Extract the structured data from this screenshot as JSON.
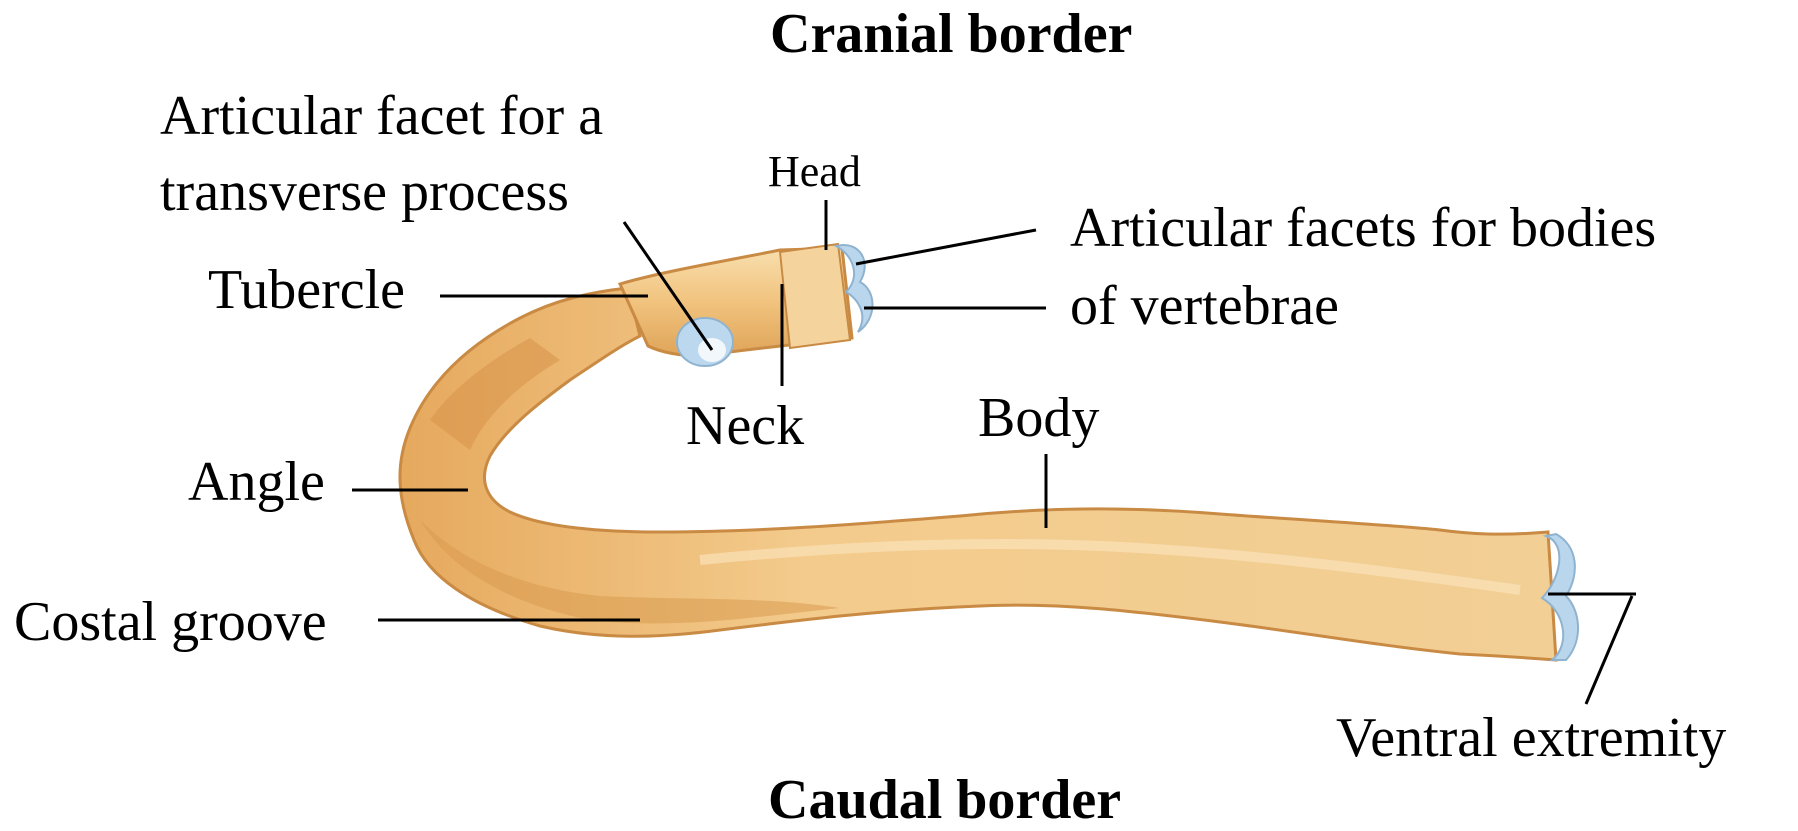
{
  "labels": {
    "cranial_border": "Cranial border",
    "caudal_border": "Caudal border",
    "articular_facet_transverse_line1": "Articular facet for a",
    "articular_facet_transverse_line2": "transverse process",
    "head": "Head",
    "articular_facets_bodies_line1": "Articular facets for bodies",
    "articular_facets_bodies_line2": "of vertebrae",
    "tubercle": "Tubercle",
    "neck": "Neck",
    "body": "Body",
    "angle": "Angle",
    "costal_groove": "Costal groove",
    "ventral_extremity": "Ventral extremity"
  },
  "colors": {
    "bone_light": "#f6d8a3",
    "bone_mid": "#efbd70",
    "bone_dark": "#d89a4e",
    "cartilage": "#b9d6ec",
    "leader_line": "#000000"
  }
}
